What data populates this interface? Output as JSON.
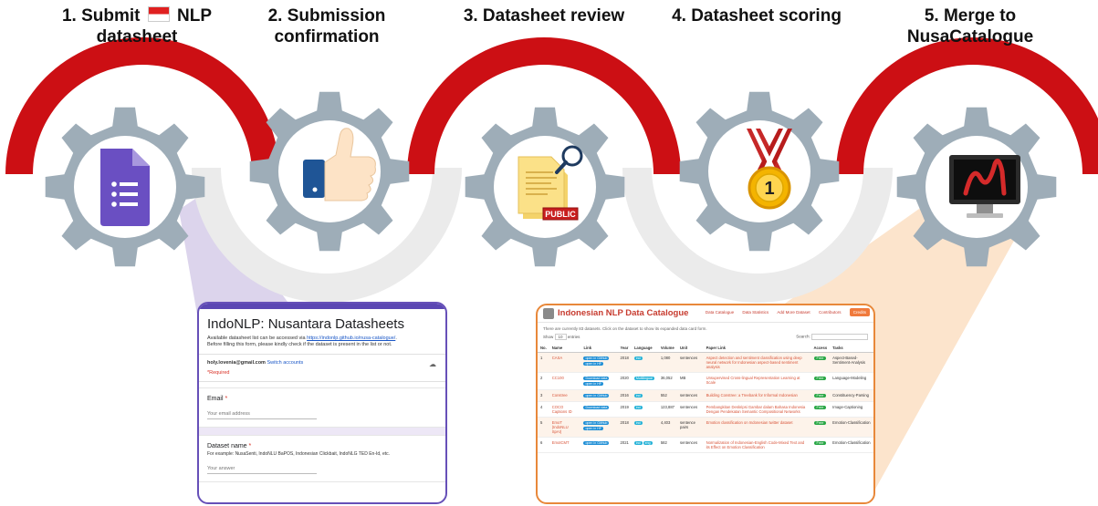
{
  "colors": {
    "gear": "#9eadb8",
    "arc_active": "#cc0f14",
    "arc_inactive": "#ebebeb",
    "form_accent": "#5b47b3",
    "catalogue_accent": "#e8883a",
    "beam_left": "#dcd4ec",
    "beam_right": "#fce4cc"
  },
  "steps": [
    {
      "number": "1.",
      "title_a": "Submit",
      "title_b": "NLP",
      "title_c": "datasheet",
      "icon": "google-forms-icon"
    },
    {
      "title_a": "2. Submission",
      "title_b": "confirmation",
      "icon": "thumbs-up-icon"
    },
    {
      "title_a": "3. Datasheet review",
      "icon": "public-document-magnifier-icon"
    },
    {
      "title_a": "4. Datasheet scoring",
      "icon": "first-place-medal-icon"
    },
    {
      "title_a": "5. Merge to",
      "title_b": "NusaCatalogue",
      "icon": "nusacatalogue-monitor-icon"
    }
  ],
  "form": {
    "title": "IndoNLP: Nusantara Datasheets",
    "desc_prefix": "Available datasheet list can be accessed via ",
    "desc_link": "https://indonlp.github.io/nusa-catalogue/",
    "desc_suffix": ".",
    "desc_line2": "Before filling this form, please kindly check if the dataset is present in the list or not.",
    "account_email": "holy.lovenia@gmail.com",
    "switch_label": "Switch accounts",
    "required_label": "*Required",
    "q1_label": "Email",
    "q1_star": "*",
    "q1_placeholder": "Your email address",
    "q2_label": "Dataset name",
    "q2_star": "*",
    "q2_hint": "For example: NusaSenti, IndoNLU BaPOS, Indonesian Clickbait, IndoNLG TED En-Id, etc.",
    "q2_placeholder": "Your answer"
  },
  "catalogue": {
    "title": "Indonesian NLP Data Catalogue",
    "nav": [
      "Data Catalogue",
      "Data Statistics",
      "Add More Dataset",
      "Contributors",
      "Credits"
    ],
    "intro": "There are currently 83 datasets. Click on the dataset to show its expanded data card form.",
    "show_label": "Show",
    "show_value": "10",
    "entries_label": "entries",
    "search_label": "Search:",
    "columns": [
      "No.",
      "Name",
      "Link",
      "Year",
      "Language",
      "Volume",
      "Unit",
      "Paper Link",
      "Access",
      "Tasks"
    ],
    "rows": [
      {
        "no": "1",
        "name": "CASA",
        "links": [
          "open in GitHub",
          "open in HF"
        ],
        "year": "2018",
        "langs": [
          "ind"
        ],
        "volume": "1,080",
        "unit": "sentences",
        "paper": "Aspect detection and sentiment classification using deep neural network for Indonesian aspect-based sentiment analysis",
        "access": "Free",
        "tasks": "Aspect-Based-Sentiment-Analysis"
      },
      {
        "no": "2",
        "name": "CC100",
        "links": [
          "Download data",
          "open in HF"
        ],
        "year": "2020",
        "langs": [
          "Multilingual"
        ],
        "volume": "36,052",
        "unit": "MB",
        "paper": "Unsupervised Cross-lingual Representation Learning at Scale",
        "access": "Free",
        "tasks": "Language-Modeling"
      },
      {
        "no": "3",
        "name": "Constree",
        "links": [
          "open in GitHub"
        ],
        "year": "2016",
        "langs": [
          "ind"
        ],
        "volume": "552",
        "unit": "sentences",
        "paper": "Building Constree: a Treebank for Informal Indonesian",
        "access": "Free",
        "tasks": "Constituency-Parsing"
      },
      {
        "no": "4",
        "name": "COCO Captions ID",
        "links": [
          "Download data"
        ],
        "year": "2019",
        "langs": [
          "ind"
        ],
        "volume": "123,887",
        "unit": "sentences",
        "paper": "Pembangkitan Deskripsi Gambar dalam Bahasa Indonesia Dengan Pendekatan Semantic Compositional Networks",
        "access": "Free",
        "tasks": "Image-Captioning"
      },
      {
        "no": "5",
        "name": "EmoT (IndoNLU SpAI)",
        "links": [
          "open in GitHub",
          "open in HF"
        ],
        "year": "2018",
        "langs": [
          "ind"
        ],
        "volume": "4,403",
        "unit": "sentence pairs",
        "paper": "Emotion classification on Indonesian twitter dataset",
        "access": "Free",
        "tasks": "Emotion-Classification"
      },
      {
        "no": "6",
        "name": "EmotCMT",
        "links": [
          "open in GitHub"
        ],
        "year": "2021",
        "langs": [
          "ind",
          "eng"
        ],
        "volume": "582",
        "unit": "sentences",
        "paper": "Normalization of Indonesian-English Code-Mixed Text and its Effect on Emotion Classification",
        "access": "Free",
        "tasks": "Emotion-Classification"
      }
    ]
  }
}
